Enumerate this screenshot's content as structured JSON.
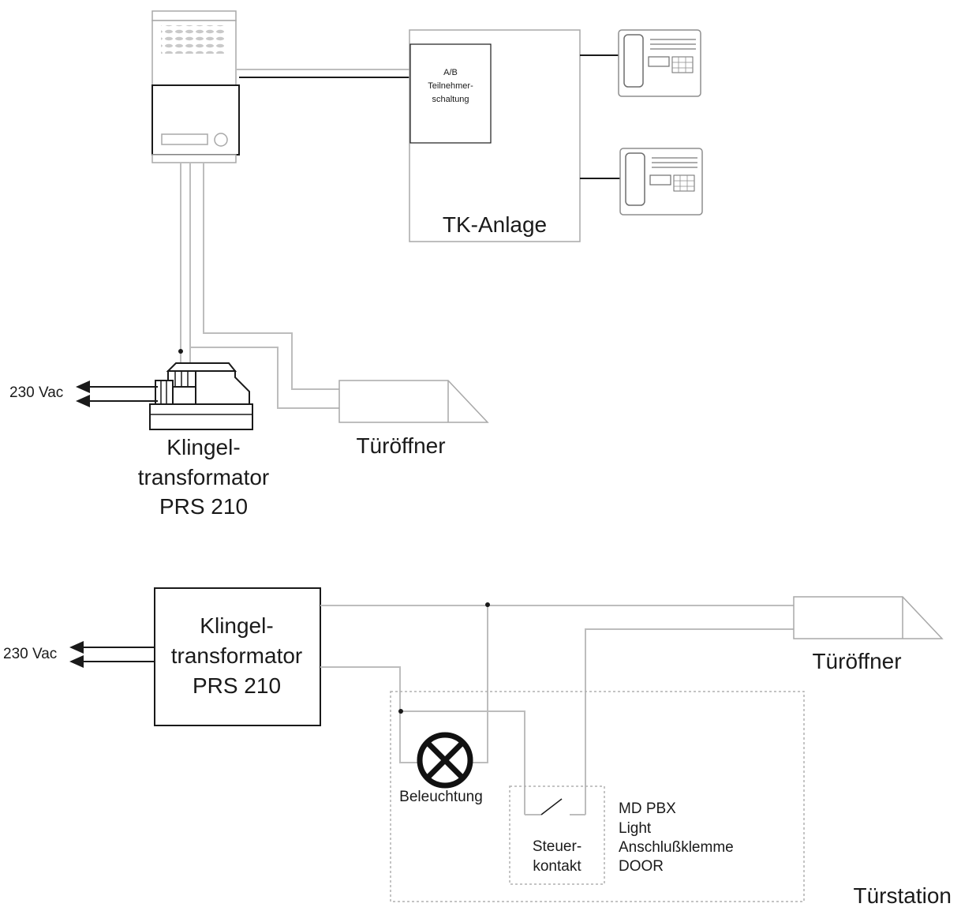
{
  "top_diagram": {
    "ab_line1": "A/B",
    "ab_line2": "Teilnehmer-",
    "ab_line3": "schaltung",
    "pbx_label": "TK-Anlage",
    "voltage_label": "230 Vac",
    "transformer_line1": "Klingel-",
    "transformer_line2": "transformator",
    "transformer_line3": "PRS 210",
    "opener_label": "Türöffner"
  },
  "bottom_diagram": {
    "voltage_label": "230 Vac",
    "transformer_line1": "Klingel-",
    "transformer_line2": "transformator",
    "transformer_line3": "PRS 210",
    "opener_label": "Türöffner",
    "lamp_label": "Beleuchtung",
    "contact_line1": "Steuer-",
    "contact_line2": "kontakt",
    "info_line1": "MD PBX",
    "info_line2": "Light",
    "info_line3": "Anschlußklemme",
    "info_line4": "DOOR",
    "station_label": "Türstation"
  }
}
